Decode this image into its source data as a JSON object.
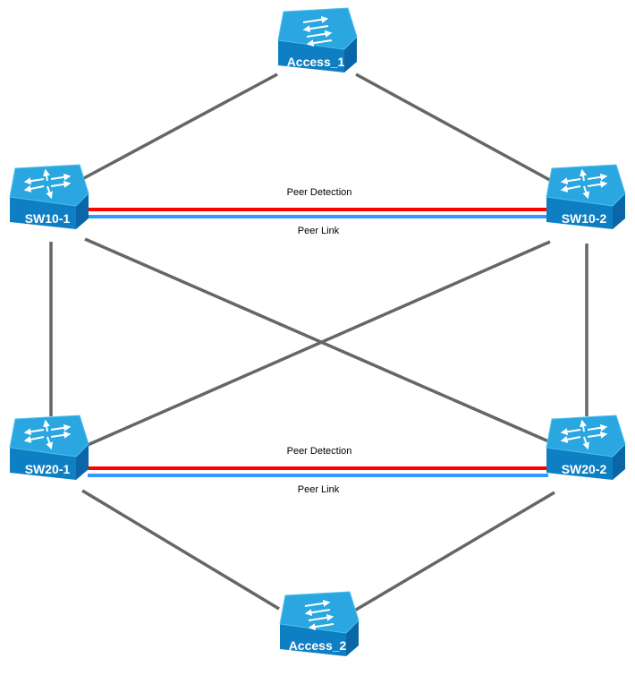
{
  "colors": {
    "trunk": "#666666",
    "peer_detection": "#ff0000",
    "peer_link": "#3399ff",
    "device_top": "#2aa6e0",
    "device_front": "#0f7fc4",
    "device_side": "#0a66a6",
    "label_text": "#ffffff"
  },
  "nodes": [
    {
      "id": "access1",
      "label": "Access_1",
      "kind": "access-switch",
      "icon": "two-arrow-switch-icon"
    },
    {
      "id": "sw10_1",
      "label": "SW10-1",
      "kind": "l3-switch",
      "icon": "four-arrow-switch-icon"
    },
    {
      "id": "sw10_2",
      "label": "SW10-2",
      "kind": "l3-switch",
      "icon": "four-arrow-switch-icon"
    },
    {
      "id": "sw20_1",
      "label": "SW20-1",
      "kind": "l3-switch",
      "icon": "four-arrow-switch-icon"
    },
    {
      "id": "sw20_2",
      "label": "SW20-2",
      "kind": "l3-switch",
      "icon": "four-arrow-switch-icon"
    },
    {
      "id": "access2",
      "label": "Access_2",
      "kind": "access-switch",
      "icon": "two-arrow-switch-icon"
    }
  ],
  "links": [
    {
      "from": "access1",
      "to": "sw10_1",
      "type": "trunk"
    },
    {
      "from": "access1",
      "to": "sw10_2",
      "type": "trunk"
    },
    {
      "from": "sw10_1",
      "to": "sw20_1",
      "type": "trunk"
    },
    {
      "from": "sw10_2",
      "to": "sw20_2",
      "type": "trunk"
    },
    {
      "from": "sw10_1",
      "to": "sw20_2",
      "type": "trunk"
    },
    {
      "from": "sw10_2",
      "to": "sw20_1",
      "type": "trunk"
    },
    {
      "from": "sw20_1",
      "to": "access2",
      "type": "trunk"
    },
    {
      "from": "sw20_2",
      "to": "access2",
      "type": "trunk"
    },
    {
      "from": "sw10_1",
      "to": "sw10_2",
      "type": "peer_detection"
    },
    {
      "from": "sw10_1",
      "to": "sw10_2",
      "type": "peer_link"
    },
    {
      "from": "sw20_1",
      "to": "sw20_2",
      "type": "peer_detection"
    },
    {
      "from": "sw20_1",
      "to": "sw20_2",
      "type": "peer_link"
    }
  ],
  "link_labels": {
    "top_peer_detection": "Peer Detection",
    "top_peer_link": "Peer Link",
    "bottom_peer_detection": "Peer Detection",
    "bottom_peer_link": "Peer Link"
  }
}
